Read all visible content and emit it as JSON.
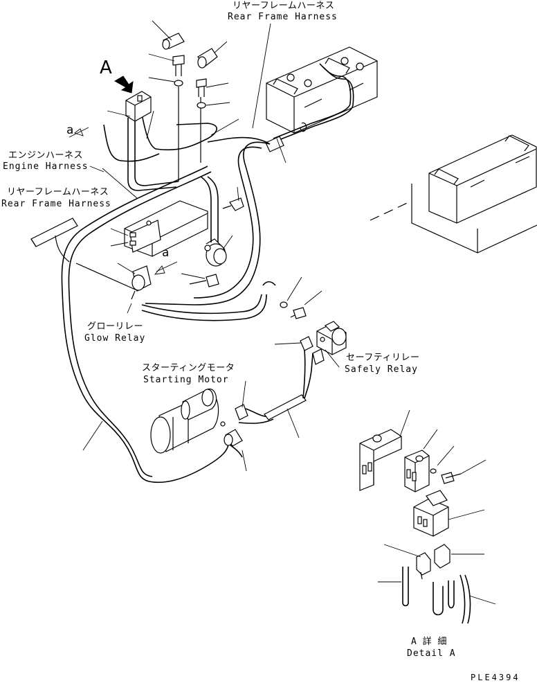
{
  "labels": {
    "rear_frame_harness_top_jp": "リヤーフレームハーネス",
    "rear_frame_harness_top_en": "Rear Frame Harness",
    "engine_harness_jp": "エンジンハーネス",
    "engine_harness_en": "Engine Harness",
    "rear_frame_harness_left_jp": "リヤーフレームハーネス",
    "rear_frame_harness_left_en": "Rear Frame Harness",
    "glow_relay_jp": "グローリレー",
    "glow_relay_en": "Glow Relay",
    "starting_motor_jp": "スターティングモータ",
    "starting_motor_en": "Starting Motor",
    "safety_relay_jp": "セーフティリレー",
    "safety_relay_en": "Safely Relay",
    "view_a": "A",
    "ref_a_1": "a",
    "ref_a_2": "a",
    "detail_a_jp": "A 詳 細",
    "detail_a_en": "Detail A",
    "drawing_code": "PLE4394"
  }
}
